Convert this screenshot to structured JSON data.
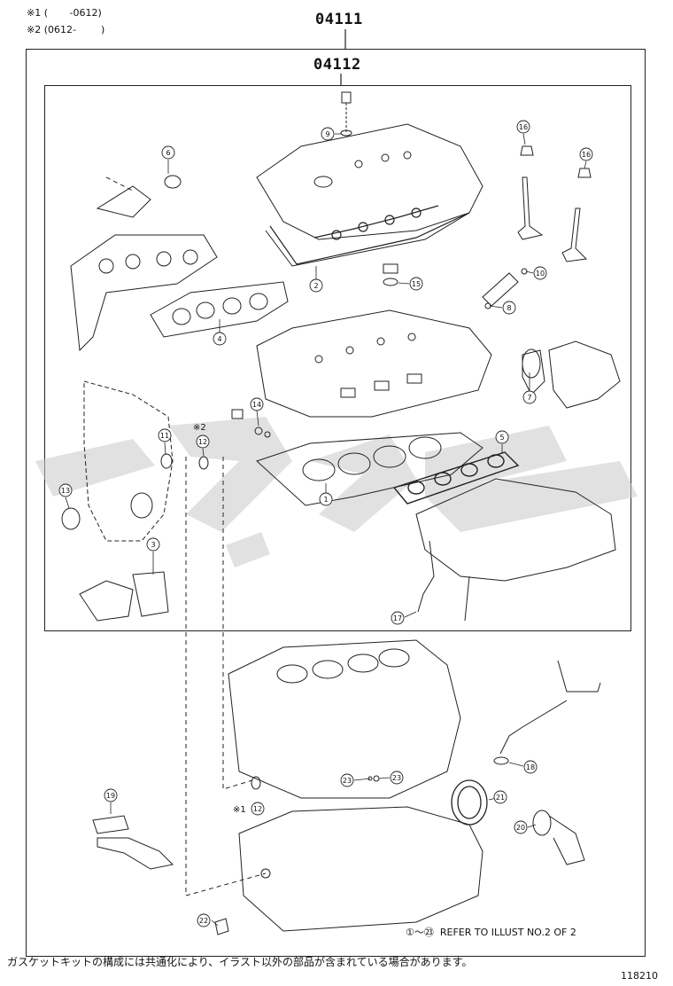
{
  "notes": {
    "note1": "※1 (       -0612)",
    "note2": "※2 (0612-        )"
  },
  "kits": {
    "outer": "04111",
    "inner": "04112"
  },
  "callouts": [
    {
      "id": "c1",
      "num": "1"
    },
    {
      "id": "c2",
      "num": "2"
    },
    {
      "id": "c3",
      "num": "3"
    },
    {
      "id": "c4",
      "num": "4"
    },
    {
      "id": "c5",
      "num": "5"
    },
    {
      "id": "c6",
      "num": "6"
    },
    {
      "id": "c7",
      "num": "7"
    },
    {
      "id": "c8",
      "num": "8"
    },
    {
      "id": "c9",
      "num": "9"
    },
    {
      "id": "c10",
      "num": "10"
    },
    {
      "id": "c11",
      "num": "11"
    },
    {
      "id": "c12a",
      "num": "12"
    },
    {
      "id": "c12b",
      "num": "12"
    },
    {
      "id": "c13",
      "num": "13"
    },
    {
      "id": "c14",
      "num": "14"
    },
    {
      "id": "c15",
      "num": "15"
    },
    {
      "id": "c16a",
      "num": "16"
    },
    {
      "id": "c16b",
      "num": "16"
    },
    {
      "id": "c17",
      "num": "17"
    },
    {
      "id": "c18",
      "num": "18"
    },
    {
      "id": "c19",
      "num": "19"
    },
    {
      "id": "c20",
      "num": "20"
    },
    {
      "id": "c21",
      "num": "21"
    },
    {
      "id": "c22",
      "num": "22"
    },
    {
      "id": "c23a",
      "num": "23"
    },
    {
      "id": "c23b",
      "num": "23"
    }
  ],
  "marks": {
    "x2": "※2",
    "x1": "※1"
  },
  "refer_note": "①～㉓  REFER TO ILLUST NO.2 OF 2",
  "footer_note": "ガスケットキットの構成には共通化により、イラスト以外の部品が含まれている場合があります。",
  "figure_number": "118210"
}
